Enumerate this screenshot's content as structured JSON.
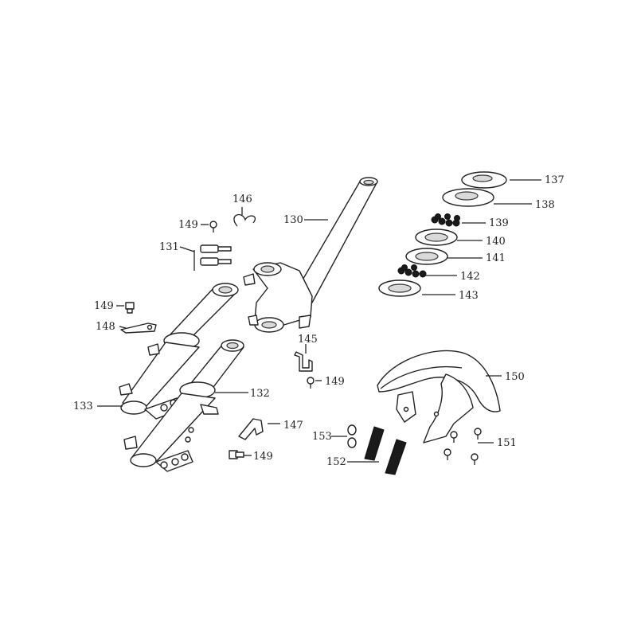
{
  "callouts": [
    {
      "id": "130",
      "text": "130"
    },
    {
      "id": "131",
      "text": "131"
    },
    {
      "id": "132",
      "text": "132"
    },
    {
      "id": "133",
      "text": "133"
    },
    {
      "id": "137",
      "text": "137"
    },
    {
      "id": "138",
      "text": "138"
    },
    {
      "id": "139",
      "text": "139"
    },
    {
      "id": "140",
      "text": "140"
    },
    {
      "id": "141",
      "text": "141"
    },
    {
      "id": "142",
      "text": "142"
    },
    {
      "id": "143",
      "text": "143"
    },
    {
      "id": "145",
      "text": "145"
    },
    {
      "id": "146",
      "text": "146"
    },
    {
      "id": "147",
      "text": "147"
    },
    {
      "id": "148",
      "text": "148"
    },
    {
      "id": "149a",
      "text": "149"
    },
    {
      "id": "149b",
      "text": "149"
    },
    {
      "id": "149c",
      "text": "149"
    },
    {
      "id": "149d",
      "text": "149"
    },
    {
      "id": "150",
      "text": "150"
    },
    {
      "id": "151",
      "text": "151"
    },
    {
      "id": "152",
      "text": "152"
    },
    {
      "id": "153",
      "text": "153"
    }
  ]
}
